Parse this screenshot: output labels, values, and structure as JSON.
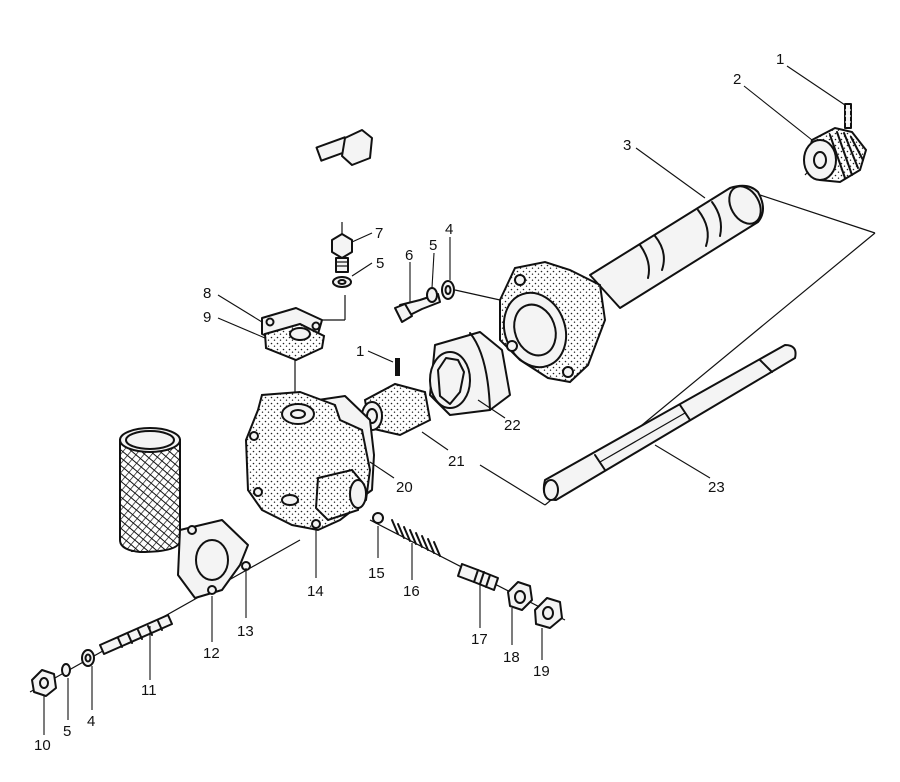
{
  "diagram": {
    "labels": {
      "l1a": "1",
      "l2": "2",
      "l3": "3",
      "l7": "7",
      "l5a": "5",
      "l6": "6",
      "l5b": "5",
      "l4a": "4",
      "l8": "8",
      "l9": "9",
      "l1b": "1",
      "l22": "22",
      "l21": "21",
      "l20": "20",
      "l23": "23",
      "l15": "15",
      "l16": "16",
      "l14": "14",
      "l13": "13",
      "l12": "12",
      "l11": "11",
      "l17": "17",
      "l18": "18",
      "l19": "19",
      "l10": "10",
      "l5c": "5",
      "l4b": "4"
    }
  }
}
